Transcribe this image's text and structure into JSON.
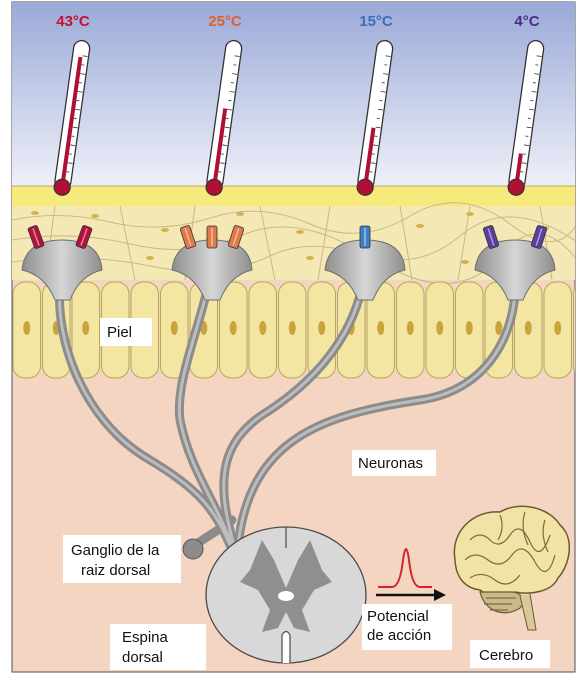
{
  "thermometers": [
    {
      "temp": "43°C",
      "color": "#c8102e",
      "level": 0.95
    },
    {
      "temp": "25°C",
      "color": "#e0602a",
      "level": 0.55
    },
    {
      "temp": "15°C",
      "color": "#3f6fb6",
      "level": 0.4
    },
    {
      "temp": "4°C",
      "color": "#4b2a8c",
      "level": 0.2
    }
  ],
  "receptor_colors": [
    "#b3123a",
    "#e07a48",
    "#3f7fc6",
    "#5b3ea0"
  ],
  "labels": {
    "skin": "Piel",
    "neurons": "Neuronas",
    "ganglion": [
      "Ganglio de la",
      "raiz dorsal"
    ],
    "spine": [
      "Espina",
      "dorsal"
    ],
    "action_potential": [
      "Potencial",
      "de acción"
    ],
    "brain": "Cerebro"
  },
  "colors": {
    "sky_top": "#9aa9d8",
    "sky_bottom": "#eef0f8",
    "surface_band": "#f7ea7c",
    "cells": "#f3e6a2",
    "tissue": "#f3d5c2",
    "neuron": "#8a8a8a",
    "spike": "#d1262a"
  }
}
